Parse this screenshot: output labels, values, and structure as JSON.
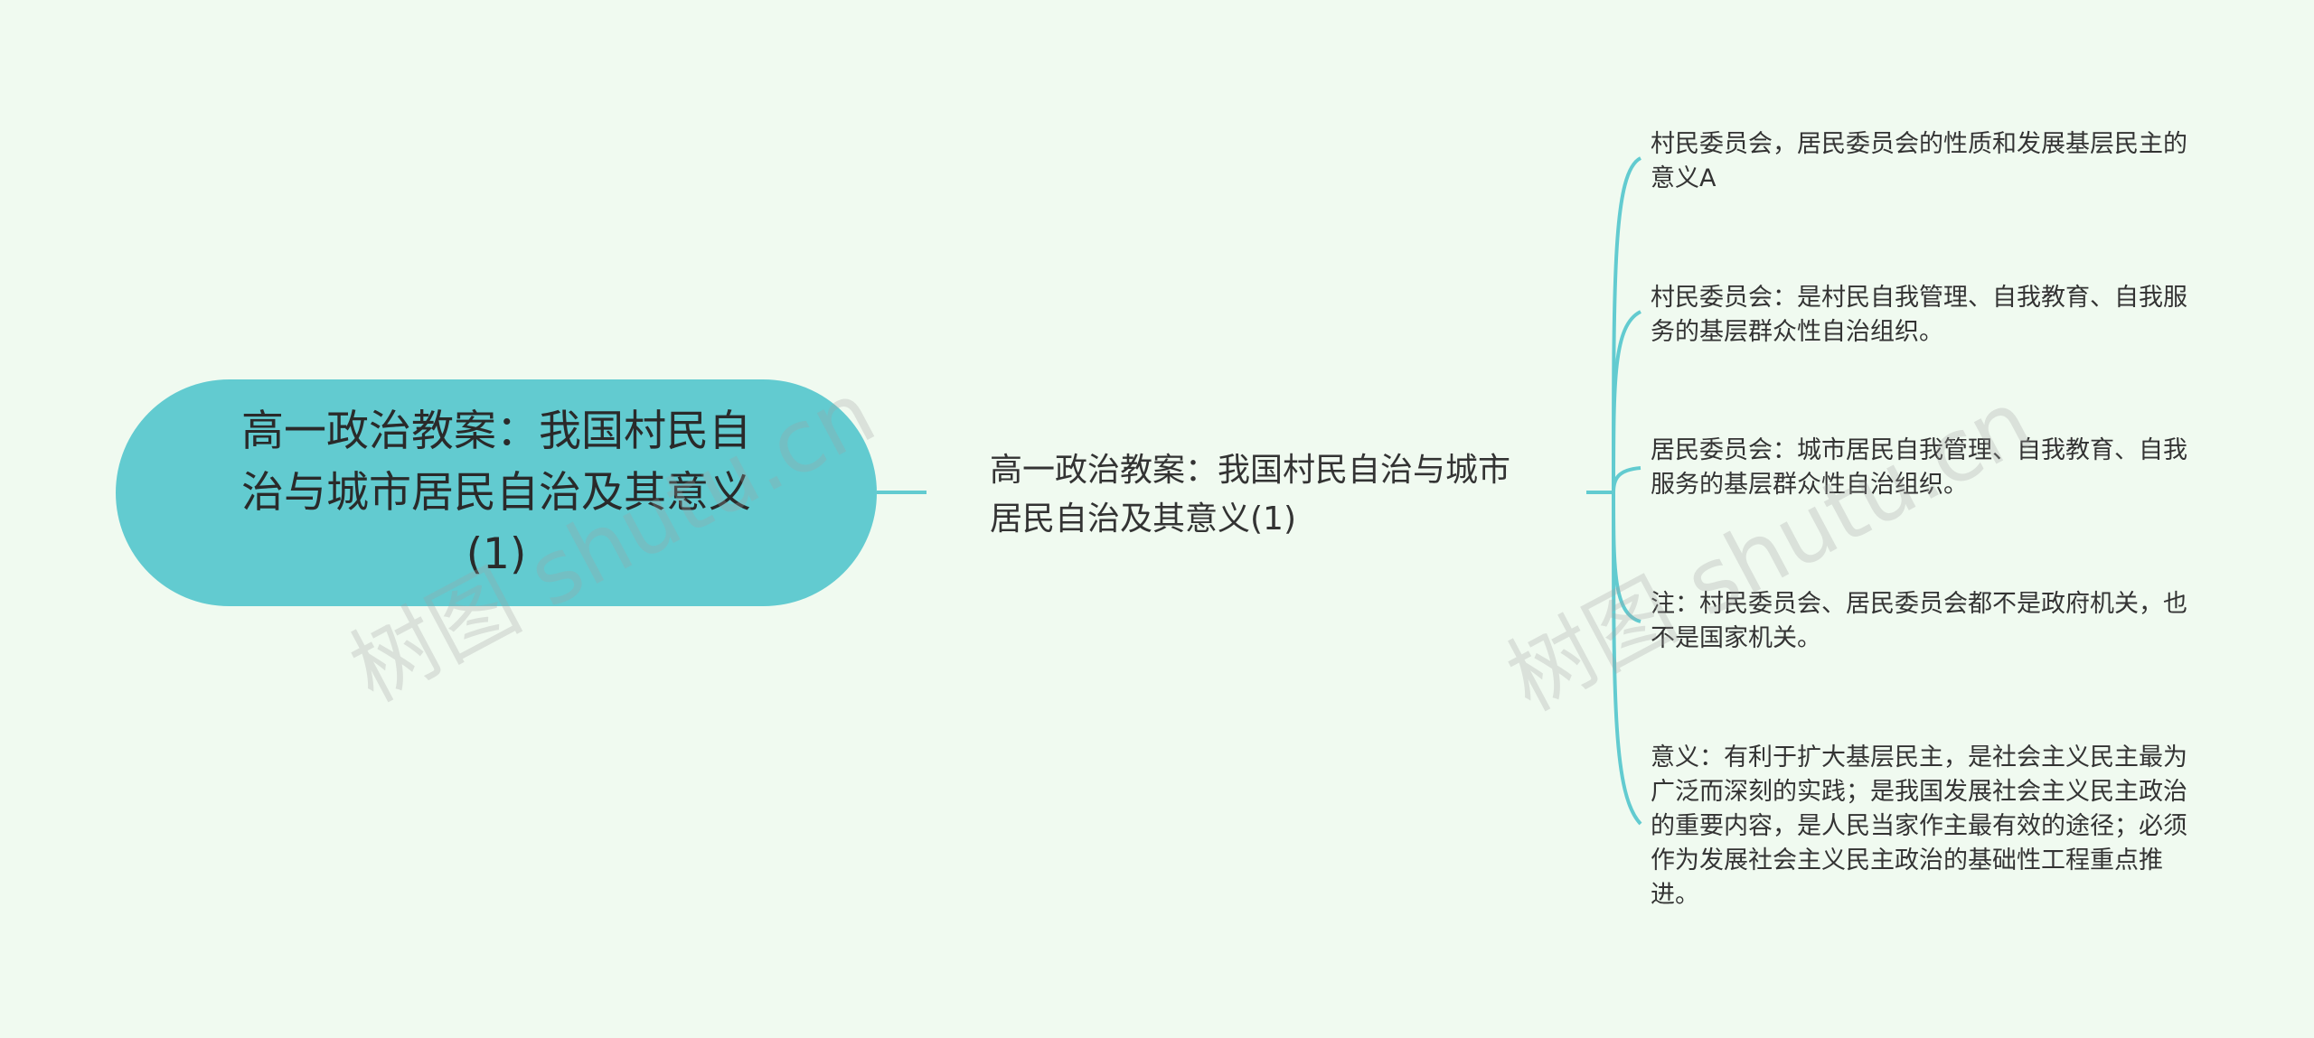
{
  "root": {
    "label": "高一政治教案：我国村民自治与城市居民自治及其意义(1)"
  },
  "branch": {
    "label": "高一政治教案：我国村民自治与城市居民自治及其意义(1)"
  },
  "leaves": [
    {
      "label": "村民委员会，居民委员会的性质和发展基层民主的意义A"
    },
    {
      "label": "村民委员会：是村民自我管理、自我教育、自我服务的基层群众性自治组织。"
    },
    {
      "label": "居民委员会：城市居民自我管理、自我教育、自我服务的基层群众性自治组织。"
    },
    {
      "label": "注：村民委员会、居民委员会都不是政府机关，也不是国家机关。"
    },
    {
      "label": "意义：有利于扩大基层民主，是社会主义民主最为广泛而深刻的实践；是我国发展社会主义民主政治的重要内容，是人民当家作主最有效的途径；必须作为发展社会主义民主政治的基础性工程重点推进。"
    }
  ],
  "watermark": {
    "text": "树图 shutu.cn"
  },
  "colors": {
    "background": "#f0faf0",
    "root_fill": "#62cbd0",
    "connector": "#62cbd0",
    "text": "#333333"
  }
}
